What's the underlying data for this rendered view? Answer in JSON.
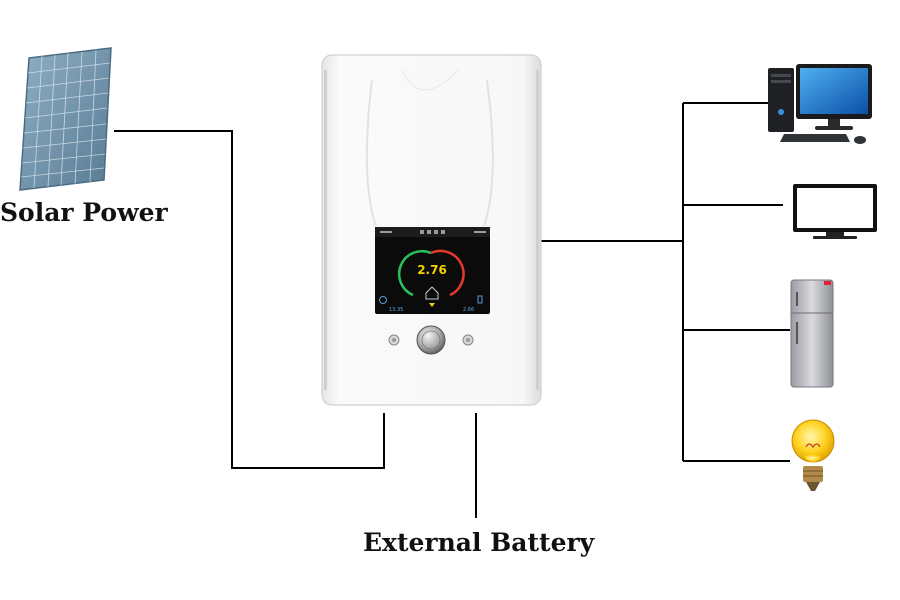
{
  "labels": {
    "solar": "Solar Power",
    "battery": "External Battery"
  },
  "device": {
    "screen_value": "2.76",
    "screen_left_value": "13.35",
    "screen_right_value": "2.66"
  },
  "loads": [
    {
      "icon": "desktop-computer-icon"
    },
    {
      "icon": "television-icon"
    },
    {
      "icon": "refrigerator-icon"
    },
    {
      "icon": "light-bulb-icon"
    }
  ],
  "colors": {
    "line": "#000000",
    "screen_bg": "#0b0b0b",
    "value_yellow": "#f5d000",
    "gauge_green": "#29c05a",
    "gauge_red": "#e23b2e",
    "panel_blue": "#6d8fa8"
  }
}
